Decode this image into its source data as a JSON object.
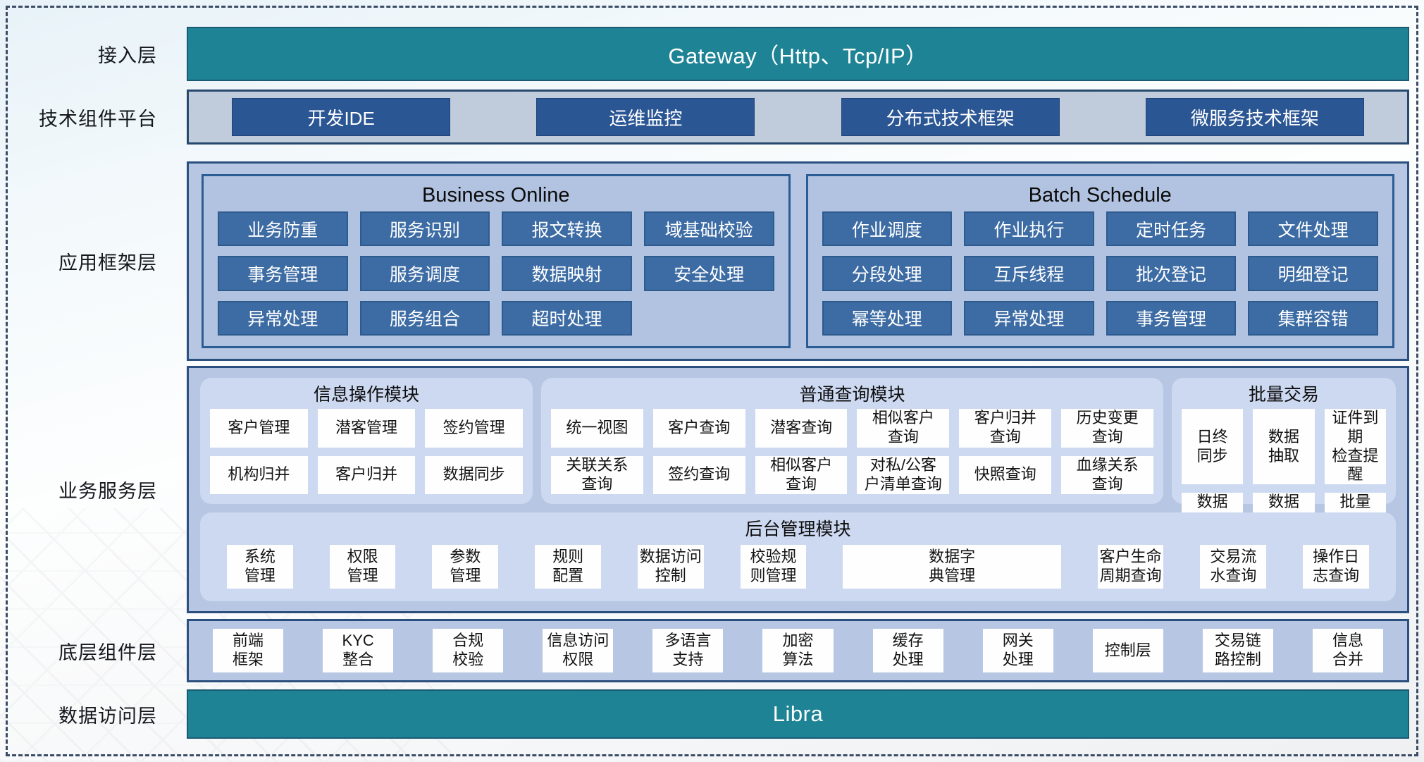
{
  "colors": {
    "teal": "#1e8495",
    "navy_border": "#2b4f7e",
    "dark_button": "#2b5694",
    "mid_button": "#3d6ca4",
    "layer_bg": "#b6c6e3",
    "tech_strip_bg": "#c0ccdb",
    "panel_bg": "#cdd9f1",
    "item_bg": "#fefefe",
    "dashed_frame": "#3c4c66"
  },
  "layers": {
    "access": {
      "label": "接入层",
      "bar": "Gateway（Http、Tcp/IP）"
    },
    "tech_platform": {
      "label": "技术组件平台",
      "items": [
        "开发IDE",
        "运维监控",
        "分布式技术框架",
        "微服务技术框架"
      ]
    },
    "app_framework": {
      "label": "应用框架层",
      "business_online": {
        "title": "Business Online",
        "items": [
          "业务防重",
          "服务识别",
          "报文转换",
          "域基础校验",
          "事务管理",
          "服务调度",
          "数据映射",
          "安全处理",
          "异常处理",
          "服务组合",
          "超时处理"
        ]
      },
      "batch_schedule": {
        "title": "Batch Schedule",
        "items": [
          "作业调度",
          "作业执行",
          "定时任务",
          "文件处理",
          "分段处理",
          "互斥线程",
          "批次登记",
          "明细登记",
          "幂等处理",
          "异常处理",
          "事务管理",
          "集群容错"
        ]
      }
    },
    "business_service": {
      "label": "业务服务层",
      "info_module": {
        "title": "信息操作模块",
        "items": [
          "客户管理",
          "潜客管理",
          "签约管理",
          "机构归并",
          "客户归并",
          "数据同步"
        ]
      },
      "query_module": {
        "title": "普通查询模块",
        "items": [
          "统一视图",
          "客户查询",
          "潜客查询",
          "相似客户\n查询",
          "客户归并\n查询",
          "历史变更\n查询",
          "关联关系\n查询",
          "签约查询",
          "相似客户\n查询",
          "对私/公客\n户清单查询",
          "快照查询",
          "血缘关系\n查询"
        ]
      },
      "batch_module": {
        "title": "批量交易",
        "items": [
          "日终\n同步",
          "数据\n抽取",
          "证件到期\n检查提醒",
          "数据\n转换",
          "数据\n装载",
          "批量\n开户"
        ]
      },
      "admin_module": {
        "title": "后台管理模块",
        "items": [
          "系统\n管理",
          "权限\n管理",
          "参数\n管理",
          "规则\n配置",
          "数据访问\n控制",
          "校验规\n则管理",
          "数据字\n典管理",
          "客户生命周期查询",
          "交易流\n水查询",
          "操作日\n志查询"
        ]
      }
    },
    "base_components": {
      "label": "底层组件层",
      "items": [
        "前端\n框架",
        "KYC\n整合",
        "合规\n校验",
        "信息访问\n权限",
        "多语言\n支持",
        "加密\n算法",
        "缓存\n处理",
        "网关\n处理",
        "控制层",
        "交易链\n路控制",
        "信息\n合并"
      ]
    },
    "data_access": {
      "label": "数据访问层",
      "bar": "Libra"
    }
  }
}
